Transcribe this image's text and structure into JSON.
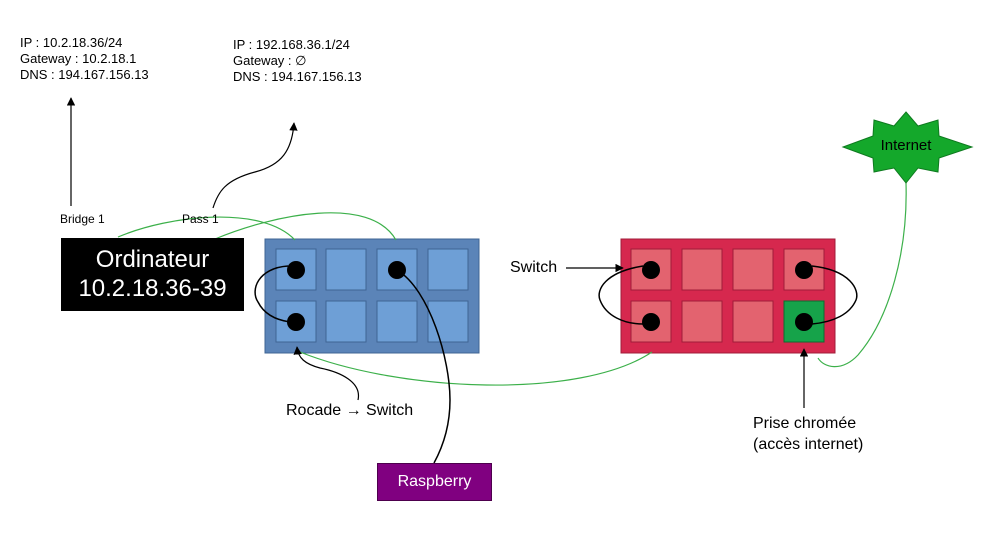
{
  "computer_config": {
    "ip": "IP : 10.2.18.36/24",
    "gateway": "Gateway : 10.2.18.1",
    "dns": "DNS : 194.167.156.13"
  },
  "raspberry_config": {
    "ip": "IP : 192.168.36.1/24",
    "gateway": "Gateway : ∅",
    "dns": "DNS : 194.167.156.13"
  },
  "labels": {
    "bridge": "Bridge 1",
    "pass": "Pass 1",
    "computer_name": "Ordinateur",
    "computer_range": "10.2.18.36-39",
    "rocade_switch": "Rocade → Switch",
    "raspberry": "Raspberry",
    "switch": "Switch",
    "prise_line1": "Prise chromée",
    "prise_line2": "(accès internet)",
    "internet": "Internet"
  },
  "colors": {
    "blue_panel": "#5b84b8",
    "blue_port": "#6e9fd6",
    "red_panel": "#d6284e",
    "red_port": "#e3636f",
    "green_port": "#16a34a",
    "internet_star": "#14a82b",
    "green_link": "#3cb04a",
    "raspberry": "#800080",
    "computer": "#000000"
  }
}
